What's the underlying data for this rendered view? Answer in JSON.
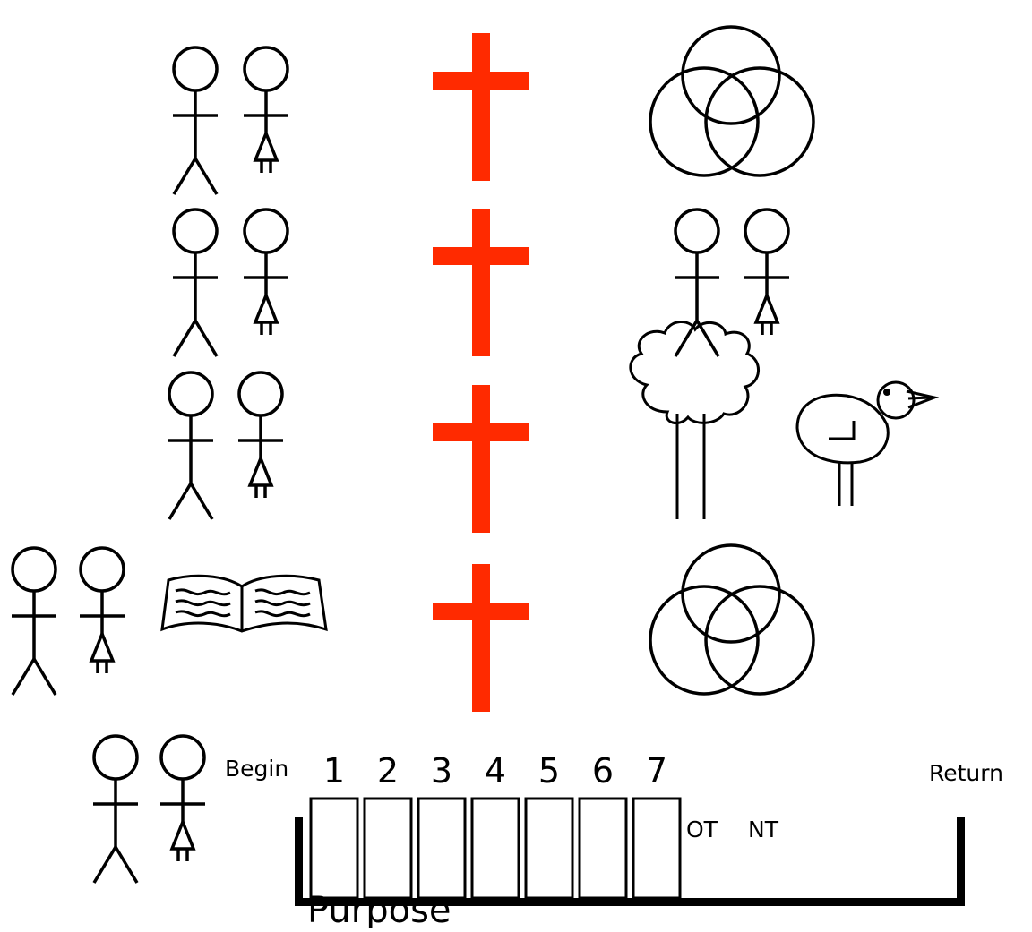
{
  "colors": {
    "cross": "#ff2a00",
    "ink": "#000000",
    "background": "#ffffff"
  },
  "rows": [
    {
      "left": [
        "man-figure-icon",
        "woman-figure-icon"
      ],
      "center": "cross-icon",
      "right": [
        "trinity-circles-icon"
      ]
    },
    {
      "left": [
        "man-figure-icon",
        "woman-figure-icon"
      ],
      "center": "cross-icon",
      "right": [
        "man-figure-icon",
        "woman-figure-icon"
      ]
    },
    {
      "left": [
        "man-figure-icon",
        "woman-figure-icon"
      ],
      "center": "cross-icon",
      "right": [
        "tree-icon",
        "bird-icon"
      ]
    },
    {
      "left": [
        "man-figure-icon",
        "woman-figure-icon",
        "open-book-icon"
      ],
      "center": "cross-icon",
      "right": [
        "trinity-circles-icon"
      ]
    }
  ],
  "timeline": {
    "begin_label": "Begin",
    "numbers": [
      "1",
      "2",
      "3",
      "4",
      "5",
      "6",
      "7"
    ],
    "ot_label": "OT",
    "nt_label": "NT",
    "return_label": "Return",
    "purpose_label": "Purpose"
  }
}
